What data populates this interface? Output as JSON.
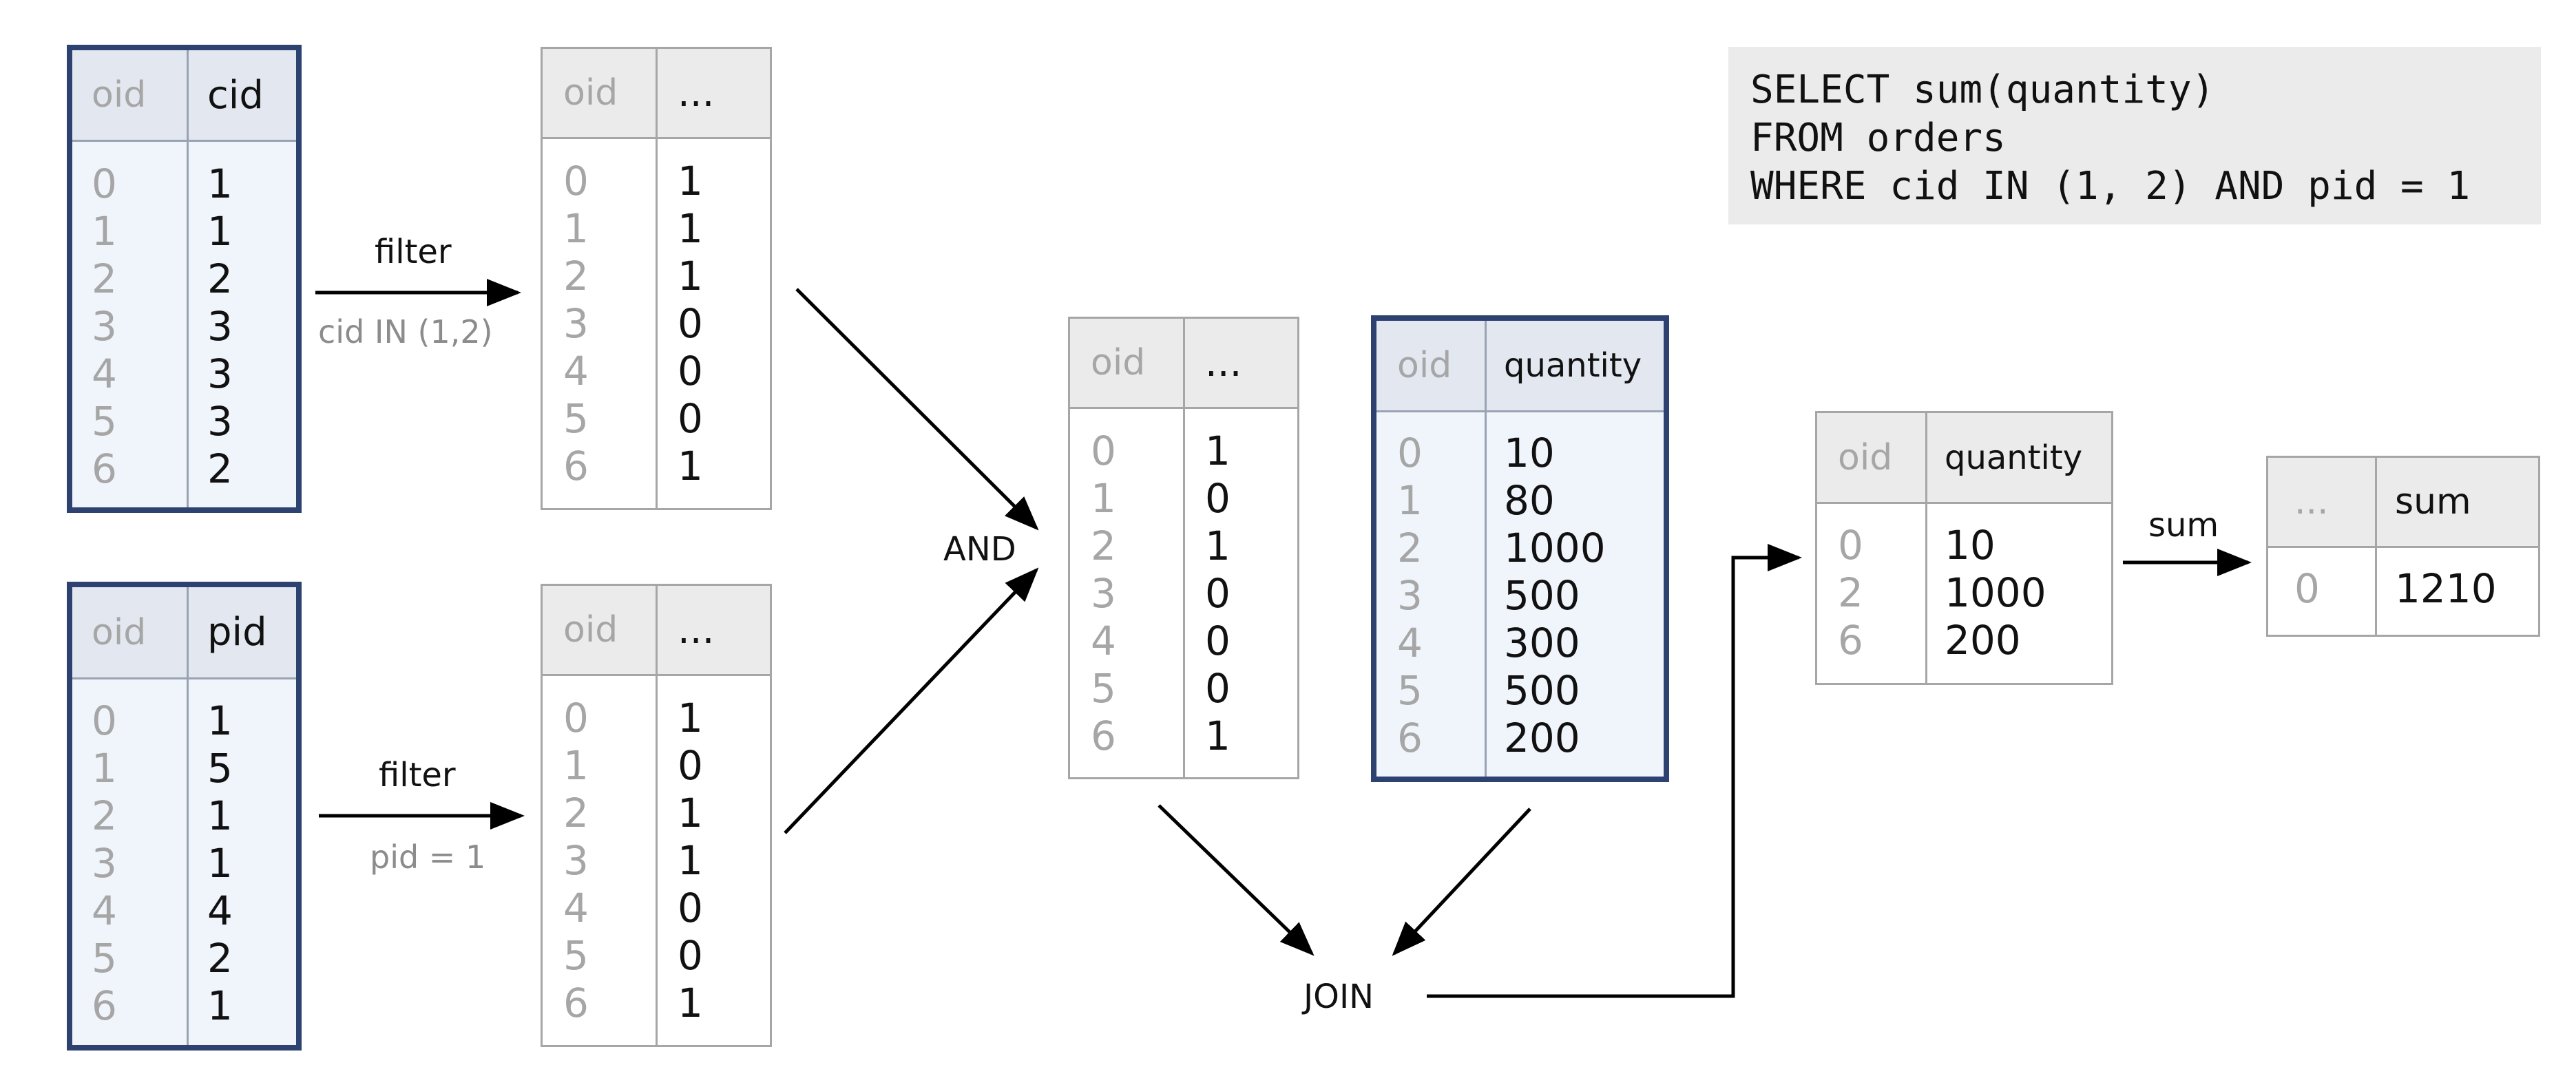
{
  "sql": {
    "lines": [
      "SELECT sum(quantity)",
      "FROM orders",
      "WHERE cid IN (1, 2) AND pid = 1"
    ]
  },
  "tables": {
    "cid_column": {
      "headers": [
        "oid",
        "cid"
      ],
      "oids": [
        "0",
        "1",
        "2",
        "3",
        "4",
        "5",
        "6"
      ],
      "values": [
        "1",
        "1",
        "2",
        "3",
        "3",
        "3",
        "2"
      ]
    },
    "cid_filter_result": {
      "headers": [
        "oid",
        "..."
      ],
      "oids": [
        "0",
        "1",
        "2",
        "3",
        "4",
        "5",
        "6"
      ],
      "values": [
        "1",
        "1",
        "1",
        "0",
        "0",
        "0",
        "1"
      ]
    },
    "pid_column": {
      "headers": [
        "oid",
        "pid"
      ],
      "oids": [
        "0",
        "1",
        "2",
        "3",
        "4",
        "5",
        "6"
      ],
      "values": [
        "1",
        "5",
        "1",
        "1",
        "4",
        "2",
        "1"
      ]
    },
    "pid_filter_result": {
      "headers": [
        "oid",
        "..."
      ],
      "oids": [
        "0",
        "1",
        "2",
        "3",
        "4",
        "5",
        "6"
      ],
      "values": [
        "1",
        "0",
        "1",
        "1",
        "0",
        "0",
        "1"
      ]
    },
    "and_result": {
      "headers": [
        "oid",
        "..."
      ],
      "oids": [
        "0",
        "1",
        "2",
        "3",
        "4",
        "5",
        "6"
      ],
      "values": [
        "1",
        "0",
        "1",
        "0",
        "0",
        "0",
        "1"
      ]
    },
    "quantity_column": {
      "headers": [
        "oid",
        "quantity"
      ],
      "oids": [
        "0",
        "1",
        "2",
        "3",
        "4",
        "5",
        "6"
      ],
      "values": [
        "10",
        "80",
        "1000",
        "500",
        "300",
        "500",
        "200"
      ]
    },
    "join_result": {
      "headers": [
        "oid",
        "quantity"
      ],
      "oids": [
        "0",
        "2",
        "6"
      ],
      "values": [
        "10",
        "1000",
        "200"
      ]
    },
    "sum_result": {
      "headers": [
        "...",
        "sum"
      ],
      "oids": [
        "0"
      ],
      "values": [
        "1210"
      ]
    }
  },
  "labels": {
    "filter_top": "filter",
    "cond_top": "cid IN (1,2)",
    "filter_bottom": "filter",
    "cond_bottom": "pid = 1",
    "and_op": "AND",
    "join_op": "JOIN",
    "sum_op": "sum"
  },
  "colors": {
    "highlight_border": "#2e4272",
    "highlight_fill": "#f0f4fb",
    "table_border": "#a6a6a6",
    "header_fill": "#ebebeb",
    "muted_text": "#a6a6a6"
  }
}
